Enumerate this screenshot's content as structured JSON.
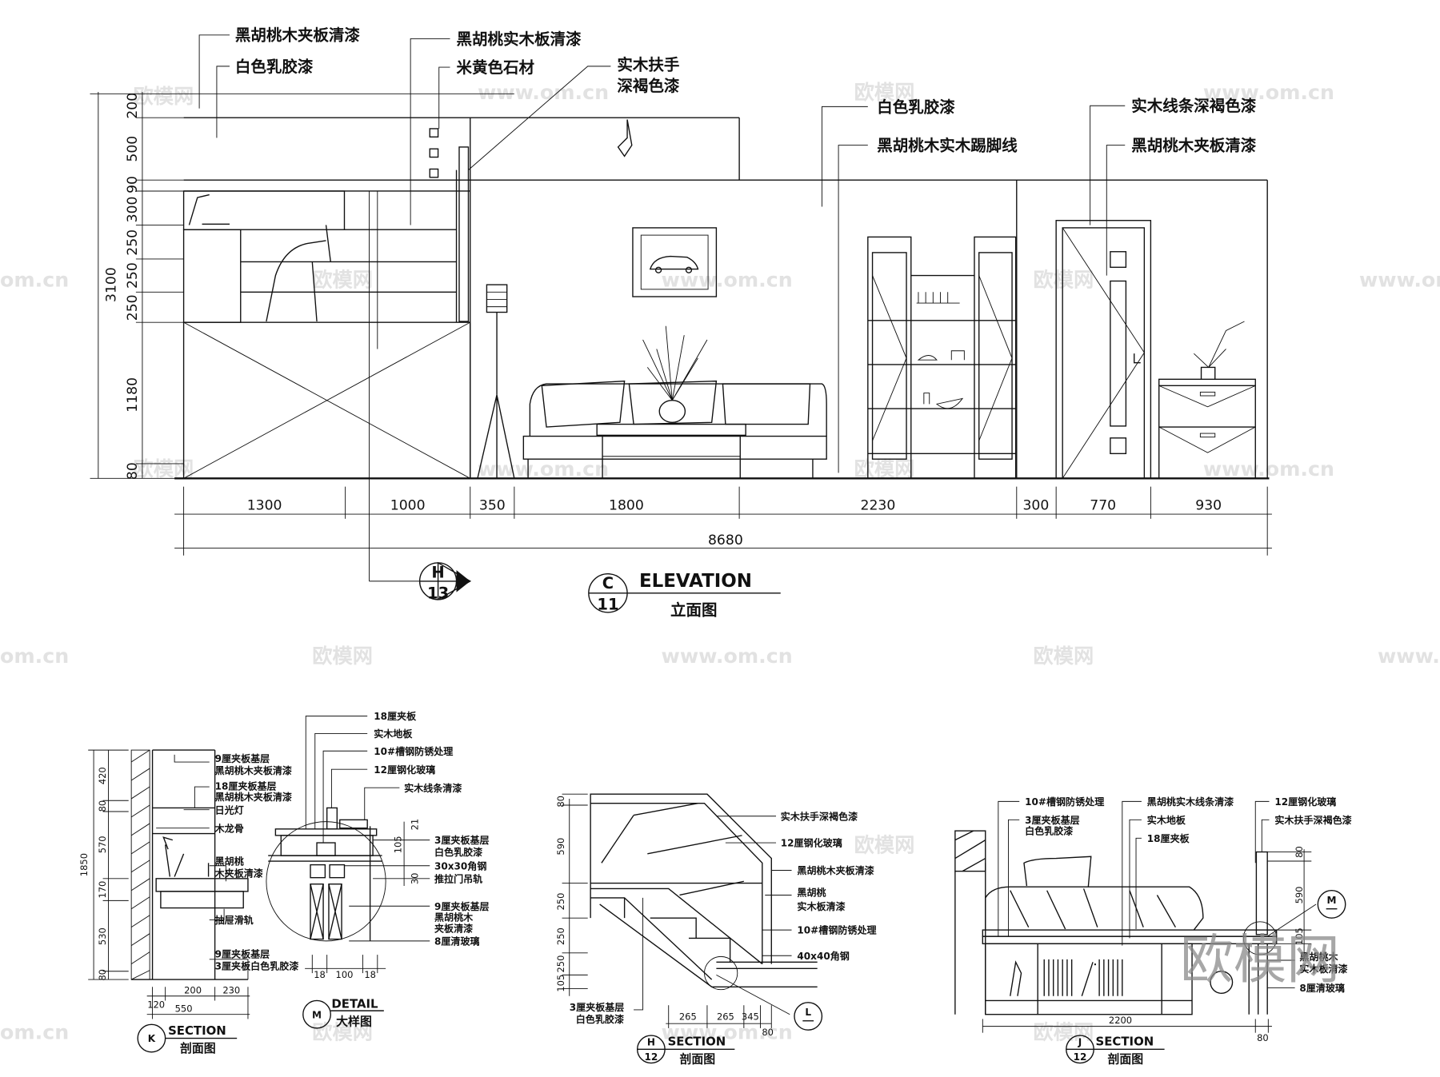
{
  "elevation": {
    "labels": [
      "黑胡桃木夹板清漆",
      "白色乳胶漆",
      "黑胡桃实木板清漆",
      "米黄色石材",
      "实木扶手",
      "深褐色漆",
      "白色乳胶漆",
      "黑胡桃木实木踢脚线",
      "实木线条深褐色漆",
      "黑胡桃木夹板清漆"
    ],
    "vertical_dims": [
      "200",
      "500",
      "90",
      "300",
      "250",
      "250",
      "250",
      "1180",
      "80"
    ],
    "total_height": "3100",
    "horizontal_dims": [
      "1300",
      "1000",
      "350",
      "1800",
      "2230",
      "300",
      "770",
      "930"
    ],
    "total_width": "8680",
    "section_marker": {
      "letter": "H",
      "number": "13"
    },
    "title_marker": {
      "letter": "C",
      "number": "11"
    },
    "title": "ELEVATION",
    "subtitle": "立面图"
  },
  "section_k": {
    "labels": [
      "9厘夹板基层",
      "黑胡桃木夹板清漆",
      "18厘夹板基层",
      "黑胡桃木夹板清漆",
      "日光灯",
      "木龙骨",
      "黑胡桃",
      "木夹板清漆",
      "抽屉滑轨",
      "9厘夹板基层",
      "3厘夹板白色乳胶漆"
    ],
    "vertical_dims": [
      "420",
      "80",
      "570",
      "170",
      "530",
      "80"
    ],
    "total_height": "1850",
    "horizontal_dims": [
      "200",
      "230",
      "120",
      "550"
    ],
    "marker": "K",
    "title": "SECTION",
    "subtitle": "剖面图"
  },
  "detail_m": {
    "labels": [
      "18厘夹板",
      "实木地板",
      "10#槽钢防锈处理",
      "12厘钢化玻璃",
      "实木线条清漆",
      "3厘夹板基层",
      "白色乳胶漆",
      "30x30角钢",
      "推拉门吊轨",
      "9厘夹板基层",
      "黑胡桃木",
      "夹板清漆",
      "8厘清玻璃"
    ],
    "dims": [
      "21",
      "105",
      "30",
      "18",
      "100",
      "18"
    ],
    "marker": "M",
    "title": "DETAIL",
    "subtitle": "大样图"
  },
  "section_h": {
    "labels": [
      "实木扶手深褐色漆",
      "12厘钢化玻璃",
      "黑胡桃木夹板清漆",
      "黑胡桃",
      "实木板清漆",
      "10#槽钢防锈处理",
      "40x40角钢",
      "3厘夹板基层",
      "白色乳胶漆"
    ],
    "vertical_dims": [
      "80",
      "590",
      "250",
      "250",
      "250",
      "105"
    ],
    "horizontal_dims": [
      "265",
      "265",
      "345",
      "80"
    ],
    "ref_marker": "L",
    "marker": {
      "letter": "H",
      "number": "12"
    },
    "title": "SECTION",
    "subtitle": "剖面图"
  },
  "section_j": {
    "labels": [
      "10#槽钢防锈处理",
      "3厘夹板基层",
      "白色乳胶漆",
      "黑胡桃实木线条清漆",
      "实木地板",
      "18厘夹板",
      "12厘钢化玻璃",
      "实木扶手深褐色漆",
      "黑胡桃木",
      "实木板清漆",
      "8厘清玻璃"
    ],
    "dims": [
      "2200",
      "80",
      "80",
      "590",
      "105"
    ],
    "ref_marker": "M",
    "marker": {
      "letter": "J",
      "number": "12"
    },
    "title": "SECTION",
    "subtitle": "剖面图"
  },
  "watermark": {
    "brand": "欧模网",
    "url": "www.om.cn",
    "url_short": "om.cn"
  }
}
